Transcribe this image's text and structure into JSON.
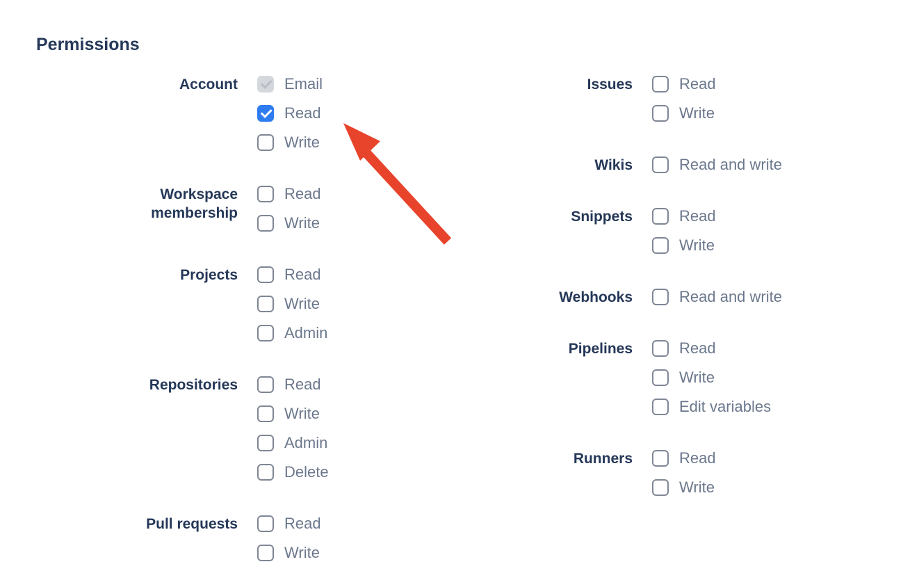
{
  "permissions": {
    "heading": "Permissions",
    "columns": {
      "left": [
        {
          "label": "Account",
          "options": [
            {
              "label": "Email",
              "state": "disabled-checked"
            },
            {
              "label": "Read",
              "state": "checked"
            },
            {
              "label": "Write",
              "state": "unchecked"
            }
          ]
        },
        {
          "label": "Workspace membership",
          "options": [
            {
              "label": "Read",
              "state": "unchecked"
            },
            {
              "label": "Write",
              "state": "unchecked"
            }
          ]
        },
        {
          "label": "Projects",
          "options": [
            {
              "label": "Read",
              "state": "unchecked"
            },
            {
              "label": "Write",
              "state": "unchecked"
            },
            {
              "label": "Admin",
              "state": "unchecked"
            }
          ]
        },
        {
          "label": "Repositories",
          "options": [
            {
              "label": "Read",
              "state": "unchecked"
            },
            {
              "label": "Write",
              "state": "unchecked"
            },
            {
              "label": "Admin",
              "state": "unchecked"
            },
            {
              "label": "Delete",
              "state": "unchecked"
            }
          ]
        },
        {
          "label": "Pull requests",
          "options": [
            {
              "label": "Read",
              "state": "unchecked"
            },
            {
              "label": "Write",
              "state": "unchecked"
            }
          ]
        }
      ],
      "right": [
        {
          "label": "Issues",
          "options": [
            {
              "label": "Read",
              "state": "unchecked"
            },
            {
              "label": "Write",
              "state": "unchecked"
            }
          ]
        },
        {
          "label": "Wikis",
          "options": [
            {
              "label": "Read and write",
              "state": "unchecked"
            }
          ]
        },
        {
          "label": "Snippets",
          "options": [
            {
              "label": "Read",
              "state": "unchecked"
            },
            {
              "label": "Write",
              "state": "unchecked"
            }
          ]
        },
        {
          "label": "Webhooks",
          "options": [
            {
              "label": "Read and write",
              "state": "unchecked"
            }
          ]
        },
        {
          "label": "Pipelines",
          "options": [
            {
              "label": "Read",
              "state": "unchecked"
            },
            {
              "label": "Write",
              "state": "unchecked"
            },
            {
              "label": "Edit variables",
              "state": "unchecked"
            }
          ]
        },
        {
          "label": "Runners",
          "options": [
            {
              "label": "Read",
              "state": "unchecked"
            },
            {
              "label": "Write",
              "state": "unchecked"
            }
          ]
        }
      ]
    }
  },
  "annotation_arrow": {
    "color": "#e8432b",
    "target": "account-read-checkbox"
  },
  "colors": {
    "heading_text": "#253858",
    "group_label_text": "#253858",
    "option_label_text": "#6b778c",
    "checkbox_border": "#7f8795",
    "checkbox_checked_bg": "#2e7cf0",
    "checkbox_disabled_bg": "#d4d7dc"
  }
}
